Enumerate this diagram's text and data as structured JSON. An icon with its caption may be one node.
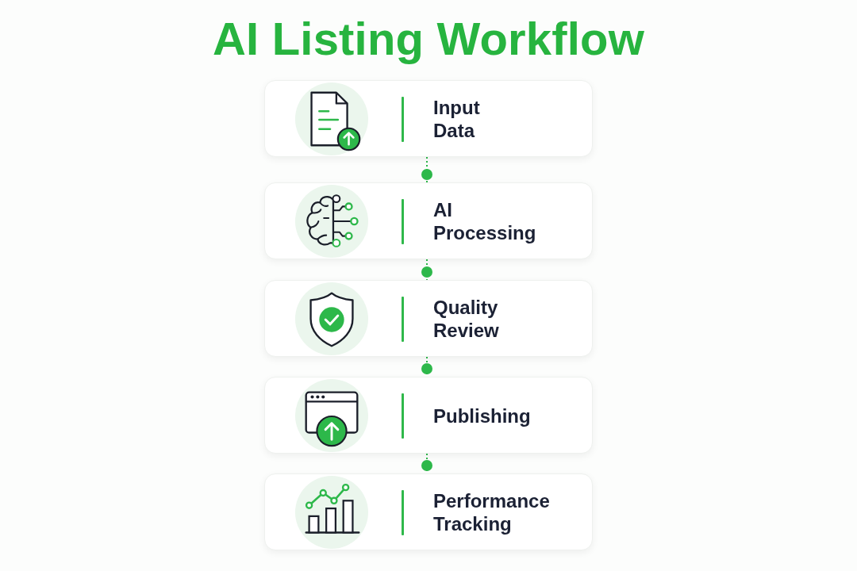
{
  "diagram": {
    "title": "AI Listing Workflow",
    "nodes": [
      {
        "text": [
          "Input Data"
        ]
      },
      {
        "text": [
          "AI Processing"
        ]
      },
      {
        "text": [
          "Quality Review"
        ]
      },
      {
        "text": [
          "Publishing"
        ]
      },
      {
        "text": [
          "Performance Tracking"
        ]
      }
    ],
    "edges": [
      {
        "from": 0,
        "to": 1,
        "arrow": "other",
        "style": "dashed"
      },
      {
        "from": 1,
        "to": 2,
        "arrow": "other",
        "style": "dashed"
      },
      {
        "from": 2,
        "to": 3,
        "arrow": "other",
        "style": "dashed"
      },
      {
        "from": 3,
        "to": 4,
        "arrow": "other",
        "style": "dashed"
      }
    ]
  }
}
